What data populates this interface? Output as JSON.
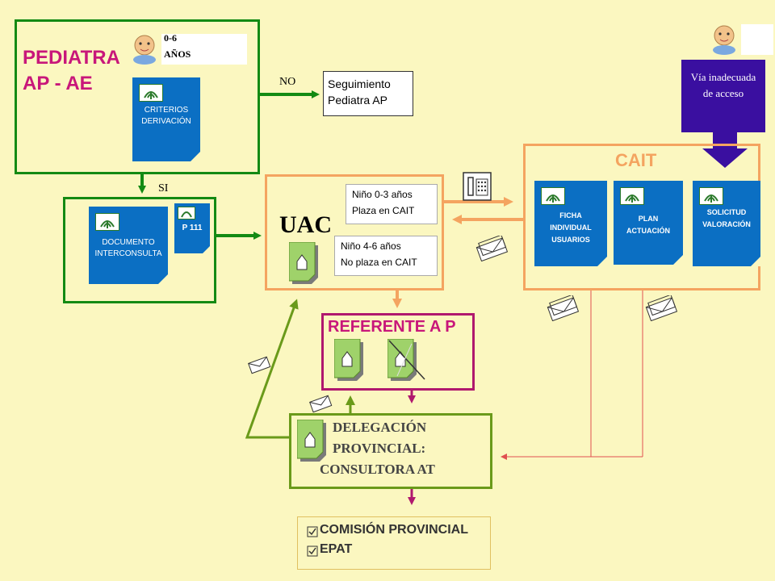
{
  "pediatra": {
    "title_line1": "PEDIATRA",
    "title_line2": "AP - AE",
    "age_line1": "0-6",
    "age_line2": "AÑOS",
    "criterios_line1": "CRITERIOS",
    "criterios_line2": "DERIVACIÓN"
  },
  "no_label": "NO",
  "si_label": "SI",
  "seguimiento_line1": "Seguimiento",
  "seguimiento_line2": "Pediatra AP",
  "interconsulta": {
    "doc_line1": "DOCUMENTO",
    "doc_line2": "INTERCONSULTA",
    "p111": "P 111"
  },
  "uac": {
    "title": "UAC",
    "nino03_line1": "Niño 0-3 años",
    "nino03_line2": "Plaza en CAIT",
    "nino46_line1": "Niño 4-6 años",
    "nino46_line2": "No plaza en CAIT"
  },
  "cait": {
    "title": "CAIT",
    "ficha_line1": "FICHA",
    "ficha_line2": "INDIVIDUAL",
    "ficha_line3": "USUARIOS",
    "plan_line1": "PLAN",
    "plan_line2": "ACTUACIÓN",
    "solicitud_line1": "SOLICITUD",
    "solicitud_line2": "VALORACIÓN"
  },
  "via_line1": "Vía inadecuada",
  "via_line2": "de acceso",
  "referente": "REFERENTE A P",
  "delegacion_line1": "DELEGACIÓN",
  "delegacion_line2": "PROVINCIAL:",
  "delegacion_line3": "CONSULTORA AT",
  "comision_item1": "COMISIÓN PROVINCIAL",
  "comision_item2": "EPAT",
  "colors": {
    "background": "#fbf7c0",
    "green": "#138a13",
    "orange": "#f4a460",
    "blue_doc": "#0b6fc3",
    "magenta": "#b0186e",
    "olive": "#6a9a1a",
    "purple": "#3a0fa0",
    "red_line": "#e05050"
  },
  "icons": [
    "baby-icon",
    "envelope-icon",
    "phone-icon",
    "house-page-icon",
    "checkbox-icon",
    "junta-logo-icon"
  ]
}
